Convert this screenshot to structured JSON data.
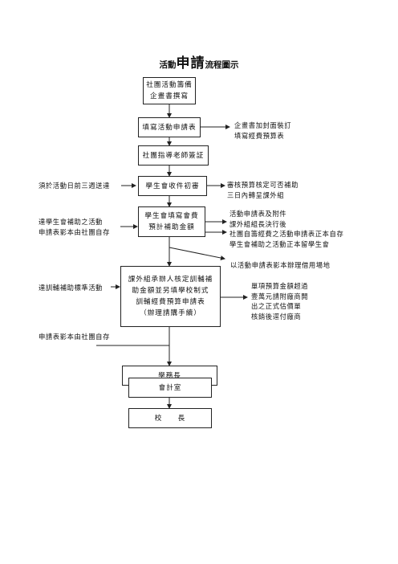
{
  "title": {
    "prefix": "活動",
    "emphasis": "申請",
    "suffix": "流程圖示"
  },
  "boxes": {
    "b1": [
      "社團活動籌備",
      "企畫書撰寫"
    ],
    "b2": [
      "填寫活動申請表"
    ],
    "b3": [
      "社團指導老師簽証"
    ],
    "b4": [
      "學生會收件初審"
    ],
    "b5": [
      "學生會填寫會費",
      "預計補助金額"
    ],
    "b6": [
      "課外組承辦人核定訓輔補",
      "助金額並另填學校制式",
      "訓輔經費預算申請表",
      "（辦理請購手續）"
    ],
    "b7": [
      "學務長"
    ],
    "b8": [
      "會計室"
    ],
    "b9": [
      "校　　長"
    ]
  },
  "notes": {
    "n_b2_right": [
      "企畫書加封面裝訂",
      "填寫經費預算表"
    ],
    "n_b4_left": [
      "須於活動日前三週送達"
    ],
    "n_b4_right": [
      "審核預算核定可否補助",
      "三日內轉呈課外組"
    ],
    "n_b5_left": [
      "達學生會補助之活動",
      "申請表影本由社團自存"
    ],
    "n_b5_right_top": [
      "活動申請表及附件",
      "課外組組長決行後"
    ],
    "n_b5_right_bottom": [
      "社團自籌經費之活動申請表正本自存",
      "學生會補助之活動正本留學生會"
    ],
    "n_venue": [
      "以活動申請表影本辦理借用場地"
    ],
    "n_b6_left": [
      "達訓輔補助標準活動"
    ],
    "n_b6_right": [
      "單項預算金額超過",
      "壹萬元請附廠商開",
      "出之正式估價單",
      "核銷後逕付廠商"
    ],
    "n_copy": [
      "申請表影本由社團自存"
    ]
  }
}
